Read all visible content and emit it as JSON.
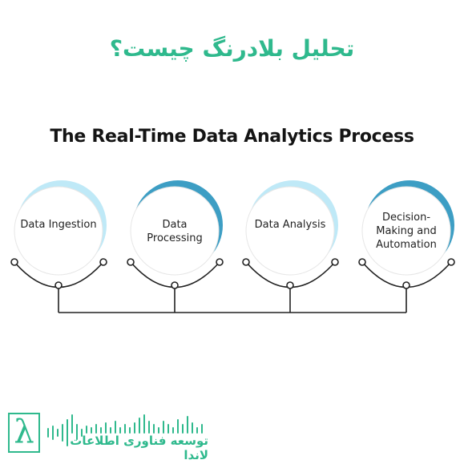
{
  "header": {
    "persian_title": "تحلیل بلادرنگ چیست؟",
    "title": "The Real-Time Data Analytics Process"
  },
  "stages": [
    {
      "label": "Data Ingestion"
    },
    {
      "label": "Data Processing"
    },
    {
      "label": "Data Analysis"
    },
    {
      "label": "Decision-Making and Automation"
    }
  ],
  "footer": {
    "logo_glyph": "λ",
    "company_name": "توسعه فناوری اطلاعات لاندا"
  },
  "colors": {
    "accent": "#2fb98d",
    "ring_dark": "#3d9ec4",
    "ring_light": "#bfe9f7",
    "line": "#222222"
  }
}
